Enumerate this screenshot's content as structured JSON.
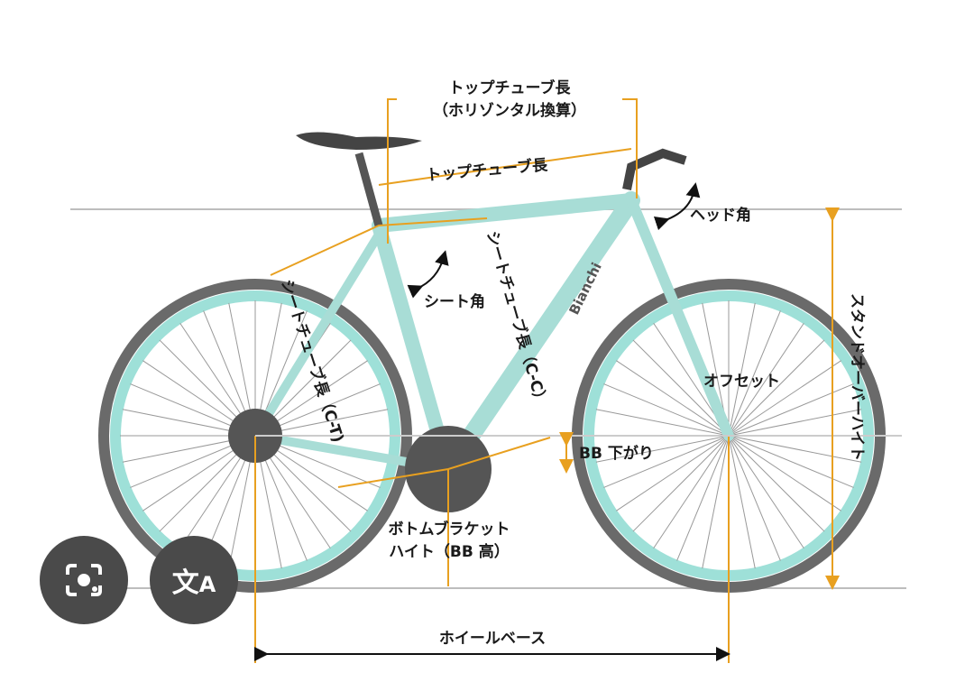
{
  "labels": {
    "top_tube_horizontal_1": "トップチューブ長",
    "top_tube_horizontal_2": "（ホリゾンタル換算）",
    "top_tube": "トップチューブ長",
    "head_angle": "ヘッド角",
    "seat_angle": "シート角",
    "seat_tube_cc": "シートチューブ長（C-C）",
    "seat_tube_ct": "シートチューブ長（C-T)",
    "offset": "オフセット",
    "bb_drop": "BB 下がり",
    "bb_height_1": "ボトムブラケット",
    "bb_height_2": "ハイト（BB 高）",
    "wheelbase": "ホイールベース",
    "standover": "スタンドオーバーハイト",
    "brand": "Bianchi"
  },
  "colors": {
    "frame": "#a8ddd6",
    "rim": "#9ee0d8",
    "tire": "#6a6a6a",
    "dimension": "#e8a020",
    "guide": "#bdbdbd",
    "button": "#4a4a4a"
  },
  "overlay_buttons": [
    {
      "icon": "lens-camera-icon"
    },
    {
      "icon": "translate-icon"
    }
  ]
}
